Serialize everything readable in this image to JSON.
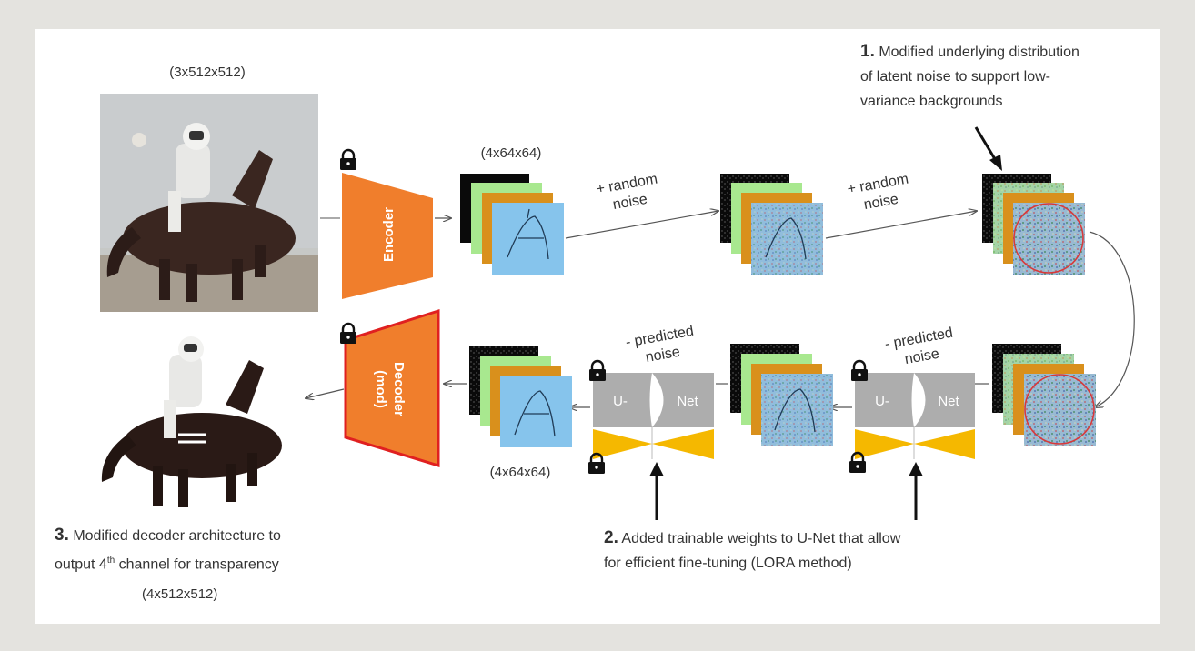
{
  "labels": {
    "input_shape": "(3x512x512)",
    "latent_shape_top": "(4x64x64)",
    "latent_shape_bottom": "(4x64x64)",
    "output_shape": "(4x512x512)"
  },
  "encoder": {
    "label": "Encoder"
  },
  "decoder": {
    "label_line1": "Decoder",
    "label_line2": "(mod)"
  },
  "noise_steps": {
    "add1_line1": "+ random",
    "add1_line2": "noise",
    "add2_line1": "+ random",
    "add2_line2": "noise",
    "sub1_line1": "- predicted",
    "sub1_line2": "noise",
    "sub2_line1": "- predicted",
    "sub2_line2": "noise"
  },
  "unet": {
    "left_label": "U-",
    "right_label": "Net"
  },
  "notes": {
    "note1_num": "1.",
    "note1_l1": "Modified underlying distribution",
    "note1_l2": "of latent noise to support low-",
    "note1_l3": "variance backgrounds",
    "note2_num": "2.",
    "note2_l1": "Added trainable weights to U-Net that allow",
    "note2_l2": "for efficient fine-tuning (LORA method)",
    "note3_num": "3.",
    "note3_l1": "Modified decoder architecture to",
    "note3_l2a": "output 4",
    "note3_sup": "th",
    "note3_l2b": " channel for transparency"
  },
  "colors": {
    "encoder": "#f07e2c",
    "decoder": "#f07e2c",
    "decoder_border": "#e02020",
    "channel_black": "#0a0a0a",
    "channel_green": "#a8e88f",
    "channel_orange": "#d9901c",
    "channel_blue": "#86c4ec",
    "unet_gray": "#adadad",
    "lora_yellow": "#f5b800",
    "noise_circle": "#d8383a"
  },
  "icons": [
    "lock-icon",
    "arrow-icon"
  ]
}
